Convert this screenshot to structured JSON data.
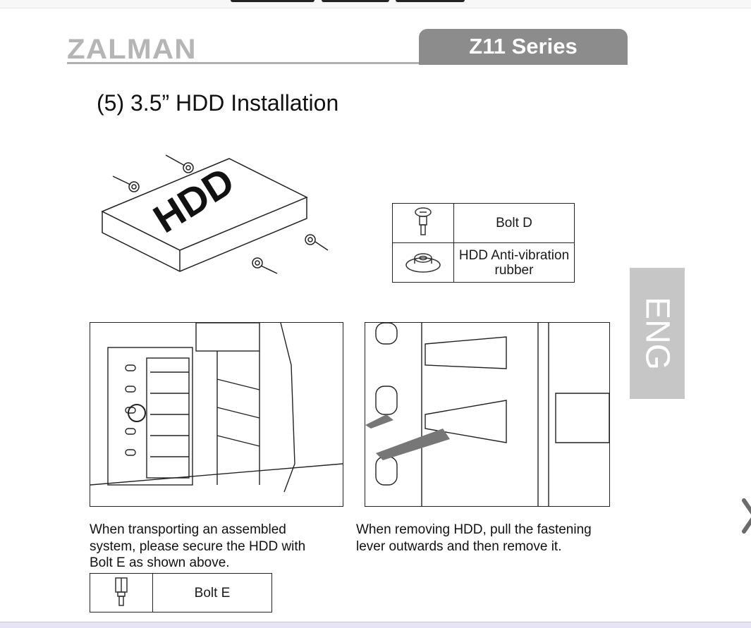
{
  "header": {
    "brand": "ZALMAN",
    "series": "Z11 Series"
  },
  "section_title": "(5) 3.5” HDD Installation",
  "hdd_label": "HDD",
  "parts_table": [
    {
      "icon": "bolt-d-icon",
      "label": "Bolt D"
    },
    {
      "icon": "rubber-icon",
      "label": "HDD Anti-vibration rubber"
    }
  ],
  "language_tab": "ENG",
  "captions": {
    "left": "When transporting an assembled system, please secure the HDD with Bolt E as shown above.",
    "right": "When removing HDD, pull the fastening lever outwards and then remove it."
  },
  "bolt_e_table": {
    "icon": "bolt-e-icon",
    "label": "Bolt E"
  }
}
